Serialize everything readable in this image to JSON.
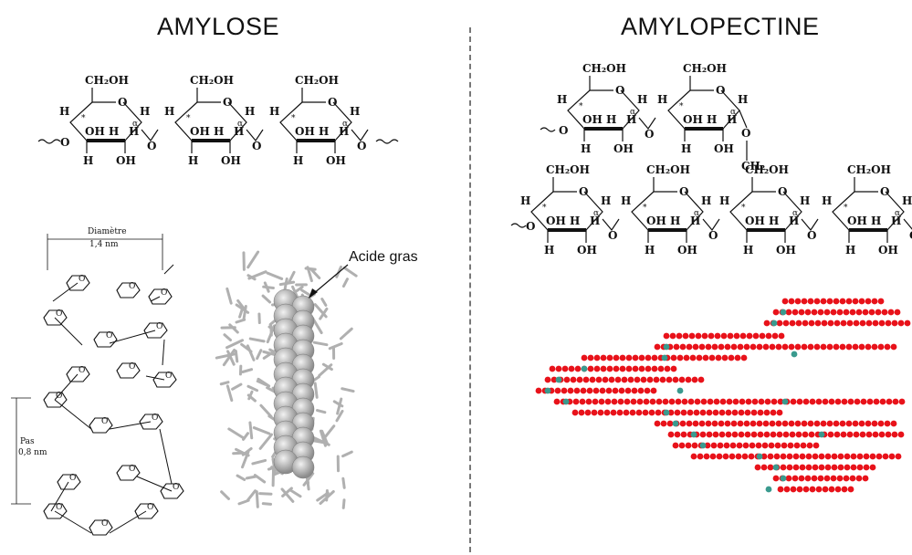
{
  "titles": {
    "left": "AMYLOSE",
    "right": "AMYLOPECTINE"
  },
  "chem": {
    "ch2oh": "CH₂OH",
    "oh": "OH",
    "h": "H",
    "o": "O",
    "alpha": "α",
    "ch2": "CH₂"
  },
  "helix": {
    "diameter_label": "Diamètre",
    "diameter_value": "1,4 nm",
    "pitch_label": "Pas",
    "pitch_value": "0,8 nm"
  },
  "annotation": {
    "fatty_acid": "Acide gras"
  },
  "colors": {
    "glucose_unit": "#e8121a",
    "branch_point": "#3a9a8e",
    "bond": "#111111"
  }
}
